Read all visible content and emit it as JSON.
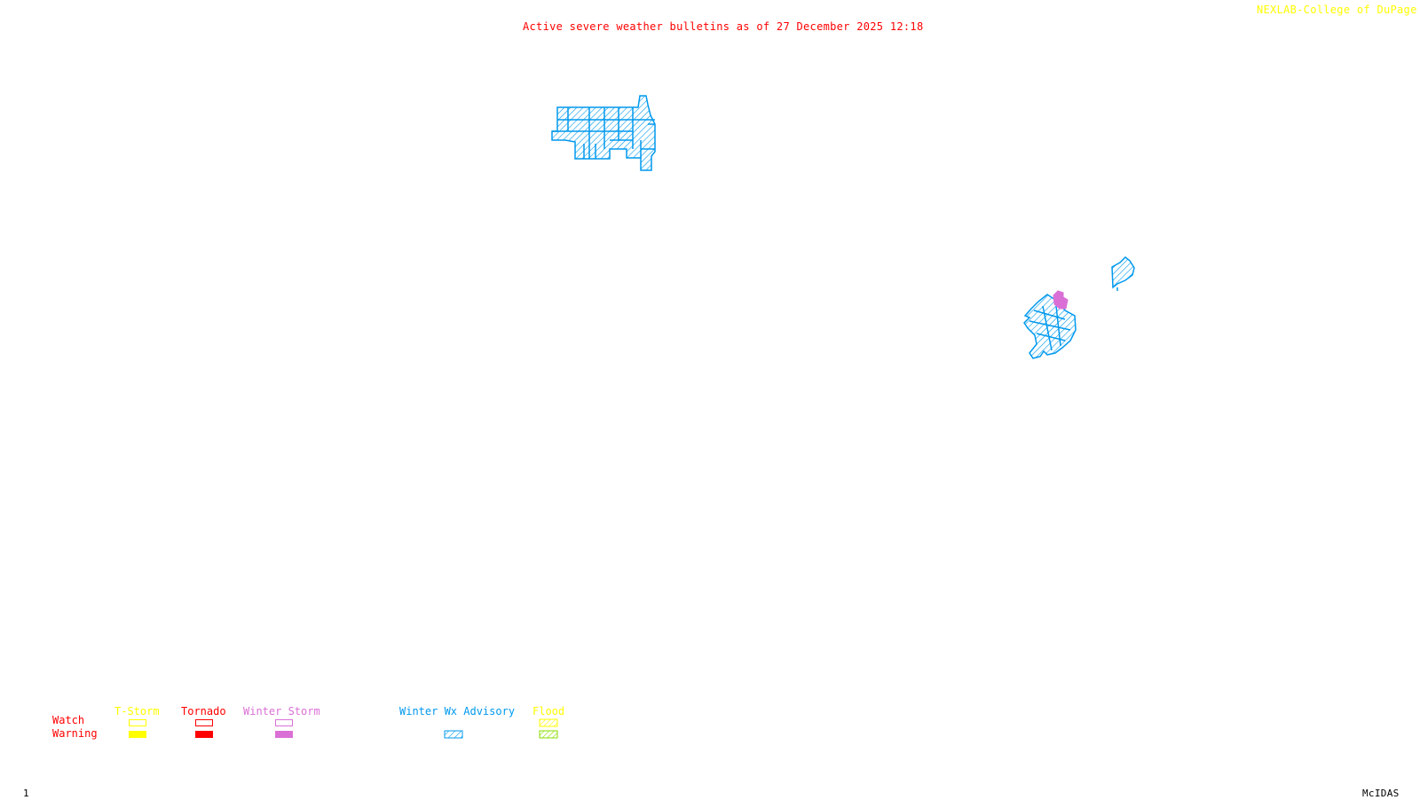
{
  "header": {
    "title": "Active severe weather bulletins as of 27 December 2025 12:18",
    "credit": "NEXLAB-College of DuPage",
    "credit_icon": "corner-logo-icon"
  },
  "footer": {
    "frame_number": "1",
    "software": "McIDAS"
  },
  "colors": {
    "title": "#ff0000",
    "credit": "#ffff00",
    "tstorm": "#ffff00",
    "tornado": "#ff0000",
    "winter_storm": "#da70d6",
    "winter_wx_advisory": "#0099ee",
    "flood_watch": "#ffff00",
    "flood_warning": "#88dd00"
  },
  "legend": {
    "row_labels": {
      "watch": "Watch",
      "warning": "Warning"
    },
    "columns": [
      {
        "name": "T-Storm",
        "key": "tstorm",
        "watch": "outline",
        "warning": "fill"
      },
      {
        "name": "Tornado",
        "key": "tornado",
        "watch": "outline",
        "warning": "fill"
      },
      {
        "name": "Winter Storm",
        "key": "winter_storm",
        "watch": "outline",
        "warning": "fill"
      },
      {
        "name": "Winter Wx Advisory",
        "key": "winter_wx_advisory",
        "watch": "none",
        "warning": "hatch"
      },
      {
        "name": "Flood",
        "key": "flood",
        "watch": "hatch",
        "warning": "hatch"
      }
    ]
  },
  "map": {
    "active_areas": [
      {
        "name": "upper-midwest-advisory-cluster",
        "type": "Winter Wx Advisory"
      },
      {
        "name": "northeast-advisory-cluster",
        "type": "Winter Wx Advisory"
      },
      {
        "name": "northeast-winter-storm-warning",
        "type": "Winter Storm Warning"
      },
      {
        "name": "maine-advisory-area",
        "type": "Winter Wx Advisory"
      }
    ]
  }
}
